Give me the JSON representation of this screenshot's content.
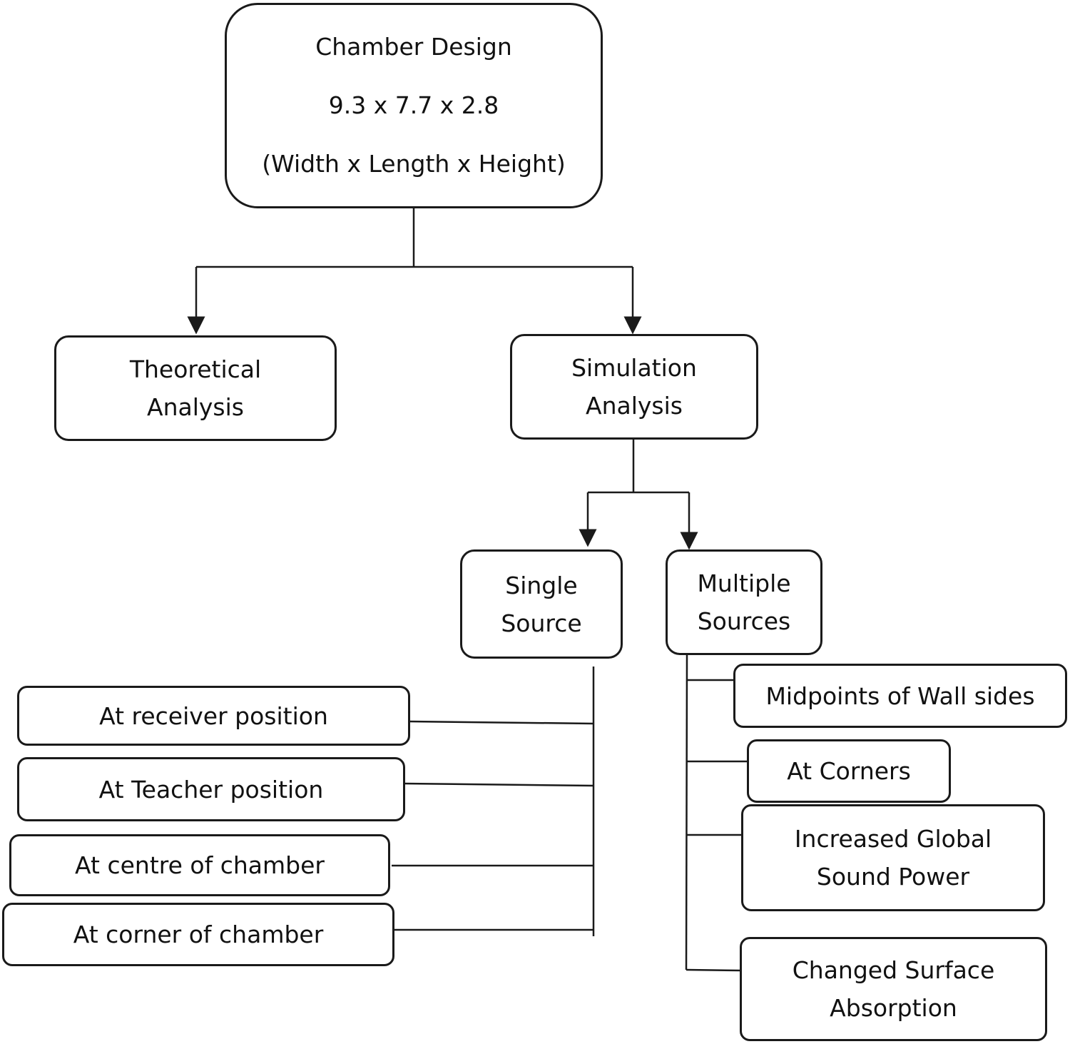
{
  "root": {
    "title": "Chamber Design",
    "dimensions": "9.3 x 7.7 x 2.8",
    "dimensions_legend": "(Width x Length x Height)"
  },
  "analysis": {
    "theoretical": [
      "Theoretical",
      "Analysis"
    ],
    "simulation": [
      "Simulation",
      "Analysis"
    ]
  },
  "sources": {
    "single": [
      "Single",
      "Source"
    ],
    "multiple": [
      "Multiple",
      "Sources"
    ]
  },
  "single_source_cases": [
    "At receiver position",
    "At Teacher position",
    "At centre of chamber",
    "At corner of chamber"
  ],
  "multiple_source_cases": [
    [
      "Midpoints of Wall sides"
    ],
    [
      "At Corners"
    ],
    [
      "Increased Global",
      "Sound Power"
    ],
    [
      "Changed Surface",
      "Absorption"
    ]
  ],
  "colors": {
    "stroke": "#1a1a1a",
    "text": "#111111",
    "background": "#ffffff"
  }
}
